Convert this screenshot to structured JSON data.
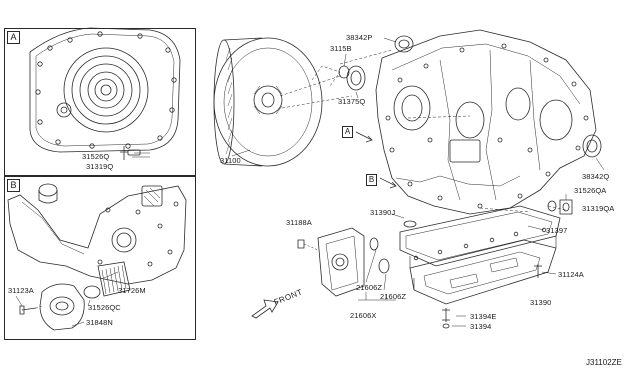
{
  "panels": {
    "a": {
      "letter": "A"
    },
    "b": {
      "letter": "B"
    }
  },
  "callouts": {
    "p31526q": "31526Q",
    "p31319q": "31319Q",
    "p31123a": "31123A",
    "p31726m": "31726M",
    "p31526qc": "31526QC",
    "p31848n": "31848N",
    "p31100": "31100",
    "p38342p": "38342P",
    "p31158": "3115B",
    "p31375q": "31375Q",
    "p38342q": "38342Q",
    "p31526qa": "31526QA",
    "p31319qa": "31319QA",
    "p31390j": "31390J",
    "p31397": "31397",
    "p31188a": "31188A",
    "p31124a": "31124A",
    "p21606z": "21606Z",
    "p21606z2": "21606Z",
    "p21606x": "21606X",
    "p31390": "31390",
    "p31394e": "31394E",
    "p31394": "31394"
  },
  "view_refs": {
    "a": "A",
    "b": "B"
  },
  "front": "FRONT",
  "diagram_id": "J31102ZE"
}
